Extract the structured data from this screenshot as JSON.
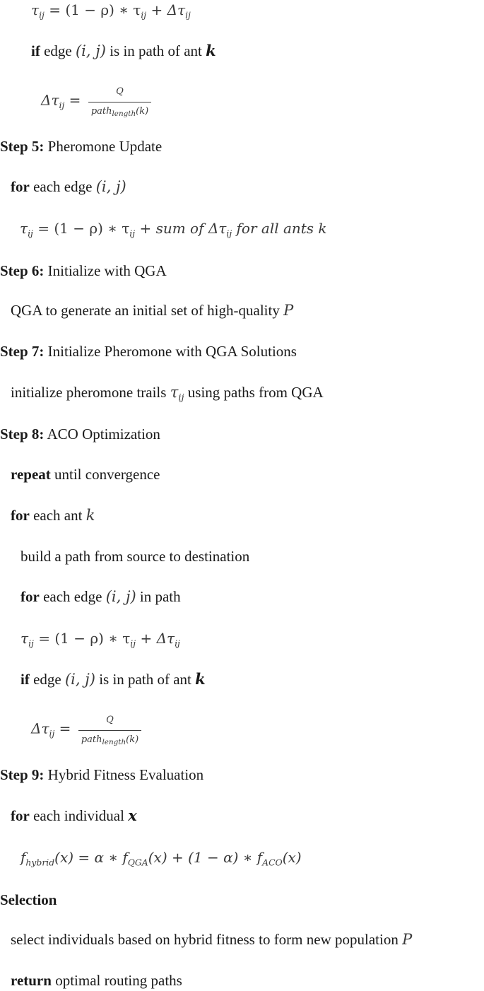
{
  "lines": [
    {
      "eq_lhs": "τ",
      "eq_sub": "ij",
      "eq_rest": " = (1 − ρ) ∗ τ",
      "eq_rest_sub": "ij",
      "eq_tail": " + Δτ",
      "eq_tail_sub": "ij"
    },
    {
      "kw": "if",
      "text1": " edge ",
      "var": "(i, j)",
      "text2": " is in path of ant ",
      "bvar": "k"
    },
    {
      "lhs": "Δτ",
      "lhs_sub": "ij",
      "eq": " = ",
      "num": "Q",
      "den": "path",
      "den_sub": "length",
      "den_tail": "(k)"
    },
    {
      "step": "Step 5:",
      "title": " Pheromone Update"
    },
    {
      "kw": "for",
      "text1": " each edge ",
      "var": "(i, j)"
    },
    {
      "lhs": "τ",
      "lhs_sub": "ij",
      "rest": " = (1 − ρ) ∗ τ",
      "rest_sub": "ij",
      "tail": " + sum of Δτ",
      "tail_sub": "ij",
      "end": " for all ants k"
    },
    {
      "step": "Step 6:",
      "title": " Initialize with QGA"
    },
    {
      "text": "QGA to generate an initial set of high-quality ",
      "var": "P"
    },
    {
      "step": "Step 7:",
      "title": " Initialize Pheromone with QGA Solutions"
    },
    {
      "text1": "initialize pheromone trails ",
      "var": "τ",
      "var_sub": "ij",
      "text2": " using paths from QGA"
    },
    {
      "step": "Step 8:",
      "title": " ACO Optimization"
    },
    {
      "kw": "repeat",
      "text1": " until convergence"
    },
    {
      "kw": "for",
      "text1": " each ant ",
      "var": "k"
    },
    {
      "text": "build a path from source to destination"
    },
    {
      "kw": "for",
      "text1": " each edge ",
      "var": "(i, j)",
      "text2": " in path"
    },
    {
      "lhs": "τ",
      "lhs_sub": "ij",
      "rest": " = (1 − ρ) ∗ τ",
      "rest_sub": "ij",
      "tail": " + Δτ",
      "tail_sub": "ij"
    },
    {
      "kw": "if",
      "text1": " edge ",
      "var": "(i, j)",
      "text2": " is in path of ant ",
      "bvar": "k"
    },
    {
      "lhs": "Δτ",
      "lhs_sub": "ij",
      "eq": " = ",
      "num": "Q",
      "den": "path",
      "den_sub": "length",
      "den_tail": "(k)"
    },
    {
      "step": "Step 9:",
      "title": " Hybrid Fitness Evaluation"
    },
    {
      "kw": "for",
      "text1": " each individual ",
      "bvar": "x"
    },
    {
      "f1": "f",
      "f1_sub": "hybrid",
      "f1_arg": "(x) = α ∗ f",
      "f2_sub": "QGA",
      "f2_arg": "(x) + (1 − α) ∗ f",
      "f3_sub": "ACO",
      "f3_arg": "(x)"
    },
    {
      "heading": "Selection"
    },
    {
      "text": "select individuals based on hybrid fitness to form new population ",
      "var": "P"
    },
    {
      "kw": "return",
      "text1": " optimal routing paths"
    }
  ]
}
